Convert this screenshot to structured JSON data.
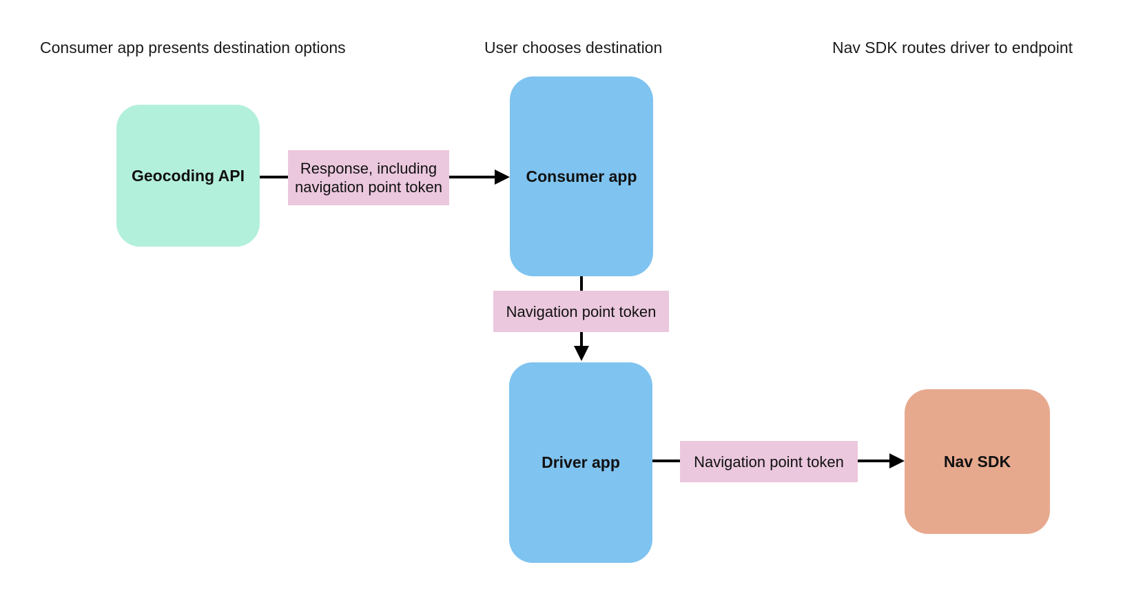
{
  "diagram": {
    "section_headers": [
      {
        "label": "Consumer app presents destination options"
      },
      {
        "label": "User chooses destination"
      },
      {
        "label": "Nav SDK routes driver to endpoint"
      }
    ],
    "nodes": [
      {
        "id": "geocoding-api",
        "label": "Geocoding API",
        "fill": "#b3f0db"
      },
      {
        "id": "consumer-app",
        "label": "Consumer app",
        "fill": "#7fc3f0"
      },
      {
        "id": "driver-app",
        "label": "Driver app",
        "fill": "#7fc3f0"
      },
      {
        "id": "nav-sdk",
        "label": "Nav SDK",
        "fill": "#e7a98e"
      }
    ],
    "edges": [
      {
        "from": "geocoding-api",
        "to": "consumer-app",
        "label": "Response, including navigation point token"
      },
      {
        "from": "consumer-app",
        "to": "driver-app",
        "label": "Navigation point token"
      },
      {
        "from": "driver-app",
        "to": "nav-sdk",
        "label": "Navigation point token"
      }
    ],
    "colors": {
      "edge_label_bg": "#ebc8de",
      "arrow": "#000000",
      "text": "#1b1b1b",
      "background": "#ffffff"
    }
  }
}
